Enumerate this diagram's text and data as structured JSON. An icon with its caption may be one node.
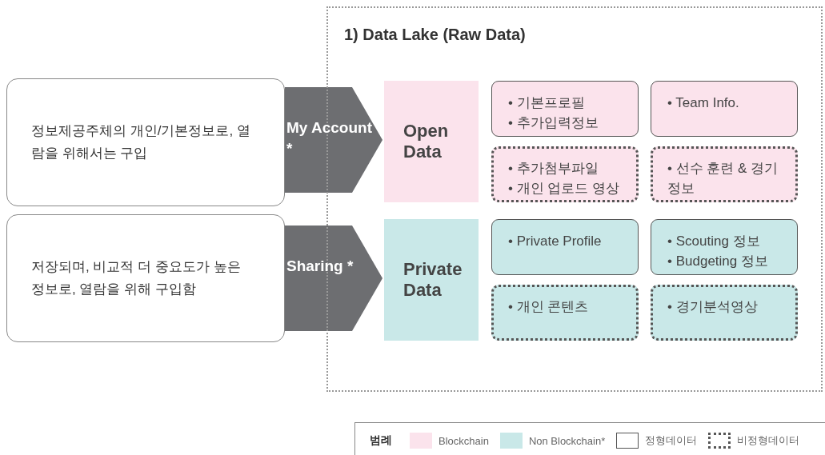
{
  "diagram": {
    "nodes": [
      {
        "text": [
          "1) Data Lake (Raw Data)"
        ]
      },
      {
        "text": [
          "정보제공주체의 개인/기본정보로, 열람을 위해서는 구입"
        ]
      },
      {
        "text": [
          "Open Data"
        ],
        "in": 0
      },
      {
        "text": [
          "• 기본프로필",
          "• 추가입력정보"
        ],
        "in": 0
      },
      {
        "text": [
          "• Team Info."
        ],
        "in": 0
      },
      {
        "text": [
          "• 추가첨부파일",
          "• 개인 업로드 영상"
        ],
        "in": 0
      },
      {
        "text": [
          "• 선수 훈련 & 경기정보"
        ],
        "in": 0
      },
      {
        "text": [
          "저장되며, 비교적 더 중요도가 높은 정보로, 열람을 위해 구입함"
        ]
      },
      {
        "text": [
          "Private Data"
        ],
        "in": 0
      },
      {
        "text": [
          "• Private Profile"
        ],
        "in": 0
      },
      {
        "text": [
          "• Scouting 정보",
          "• Budgeting 정보"
        ],
        "in": 0
      },
      {
        "text": [
          "• 개인 콘텐츠"
        ],
        "in": 0
      },
      {
        "text": [
          "• 경기분석영상"
        ],
        "in": 0
      }
    ],
    "edges": [
      {
        "from": 1,
        "to": 2,
        "label": "My Account *",
        "arrow": "to"
      },
      {
        "from": 7,
        "to": 8,
        "label": "Sharing *",
        "arrow": "to"
      }
    ],
    "labels": [
      "범례"
    ],
    "legend": [
      {
        "text": "Blockchain",
        "color": "#fbe3ec"
      },
      {
        "text": "Non Blockchain*",
        "color": "#c9e8e8"
      },
      {
        "text": "정형데이터"
      },
      {
        "text": "비정형데이터"
      }
    ]
  }
}
